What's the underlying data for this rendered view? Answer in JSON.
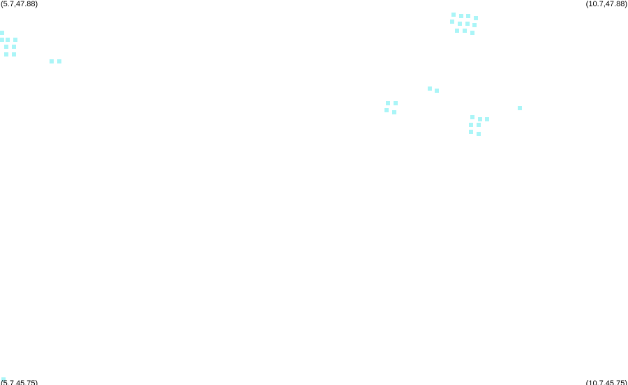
{
  "corners": {
    "top_left": "(5.7,47.88)",
    "top_right": "(10.7,47.88)",
    "bottom_left": "(5.7,45.75)",
    "bottom_right": "(10.7,45.75)"
  },
  "extent": {
    "lon_min": 5.7,
    "lon_max": 10.7,
    "lat_min": 45.75,
    "lat_max": 47.88
  },
  "marker_color": "#aaf5f7",
  "points": [
    {
      "lon": 5.7,
      "lat": 47.7
    },
    {
      "lon": 5.7,
      "lat": 47.66
    },
    {
      "lon": 5.76,
      "lat": 47.66
    },
    {
      "lon": 5.82,
      "lat": 47.66
    },
    {
      "lon": 5.75,
      "lat": 47.62
    },
    {
      "lon": 5.81,
      "lat": 47.62
    },
    {
      "lon": 5.75,
      "lat": 47.58
    },
    {
      "lon": 5.81,
      "lat": 47.58
    },
    {
      "lon": 6.11,
      "lat": 47.54
    },
    {
      "lon": 6.17,
      "lat": 47.54
    },
    {
      "lon": 5.73,
      "lat": 45.78
    },
    {
      "lon": 9.31,
      "lat": 47.8
    },
    {
      "lon": 9.37,
      "lat": 47.79
    },
    {
      "lon": 9.43,
      "lat": 47.79
    },
    {
      "lon": 9.49,
      "lat": 47.78
    },
    {
      "lon": 9.3,
      "lat": 47.76
    },
    {
      "lon": 9.36,
      "lat": 47.75
    },
    {
      "lon": 9.42,
      "lat": 47.75
    },
    {
      "lon": 9.48,
      "lat": 47.74
    },
    {
      "lon": 9.34,
      "lat": 47.71
    },
    {
      "lon": 9.4,
      "lat": 47.71
    },
    {
      "lon": 9.46,
      "lat": 47.7
    },
    {
      "lon": 9.12,
      "lat": 47.39
    },
    {
      "lon": 9.18,
      "lat": 47.38
    },
    {
      "lon": 8.79,
      "lat": 47.31
    },
    {
      "lon": 8.85,
      "lat": 47.31
    },
    {
      "lon": 8.78,
      "lat": 47.27
    },
    {
      "lon": 8.84,
      "lat": 47.26
    },
    {
      "lon": 9.46,
      "lat": 47.23
    },
    {
      "lon": 9.52,
      "lat": 47.22
    },
    {
      "lon": 9.58,
      "lat": 47.22
    },
    {
      "lon": 9.45,
      "lat": 47.19
    },
    {
      "lon": 9.51,
      "lat": 47.19
    },
    {
      "lon": 9.45,
      "lat": 47.15
    },
    {
      "lon": 9.51,
      "lat": 47.14
    },
    {
      "lon": 9.84,
      "lat": 47.28
    }
  ]
}
